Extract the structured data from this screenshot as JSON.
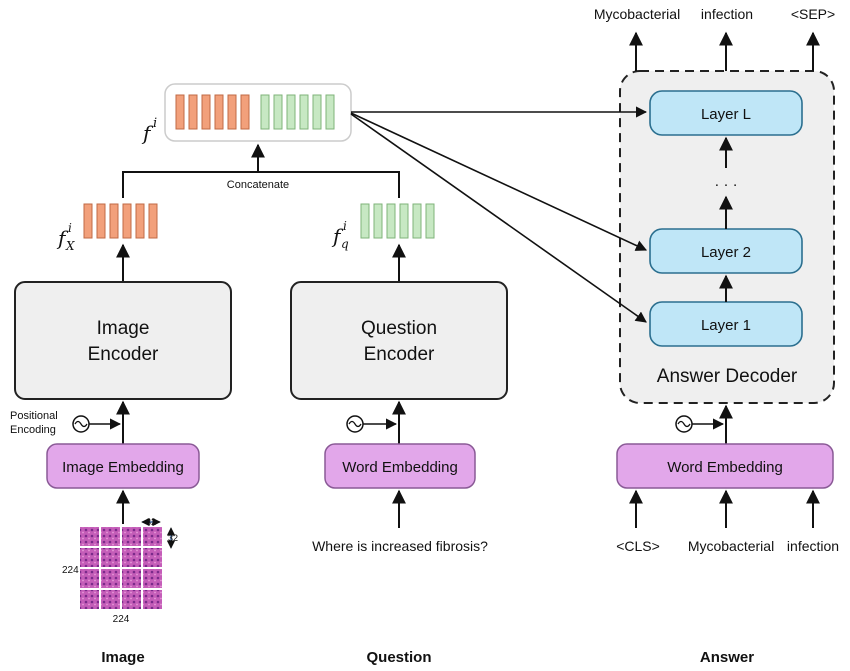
{
  "column_labels": {
    "image": "Image",
    "question": "Question",
    "answer": "Answer"
  },
  "image_branch": {
    "encoder_label_1": "Image",
    "encoder_label_2": "Encoder",
    "embedding_label": "Image Embedding",
    "positional_label_1": "Positional",
    "positional_label_2": "Encoding",
    "feature_symbol": "f",
    "feature_sub": "X",
    "feature_sup": "i",
    "patch_small": "32",
    "patch_small_v": "32",
    "patch_full_left": "224",
    "patch_full_bottom": "224"
  },
  "question_branch": {
    "encoder_label_1": "Question",
    "encoder_label_2": "Encoder",
    "embedding_label": "Word Embedding",
    "question_text": "Where is increased fibrosis?",
    "feature_symbol": "f",
    "feature_sub": "q",
    "feature_sup": "i"
  },
  "fusion": {
    "concat_label": "Concatenate",
    "feature_symbol": "f",
    "feature_sup": "i"
  },
  "answer_branch": {
    "decoder_label": "Answer Decoder",
    "layers": [
      "Layer L",
      "Layer 2",
      "Layer 1"
    ],
    "ellipsis": "· · ·",
    "embedding_label": "Word Embedding",
    "input_tokens": [
      "<CLS>",
      "Mycobacterial",
      "infection"
    ],
    "output_tokens": [
      "Mycobacterial",
      "infection",
      "<SEP>"
    ]
  },
  "colors": {
    "orange": "#f2a07b",
    "green": "#c7e8c3",
    "purple": "#e2a7ea",
    "blue": "#bfe6f7",
    "gray": "#efefef"
  }
}
